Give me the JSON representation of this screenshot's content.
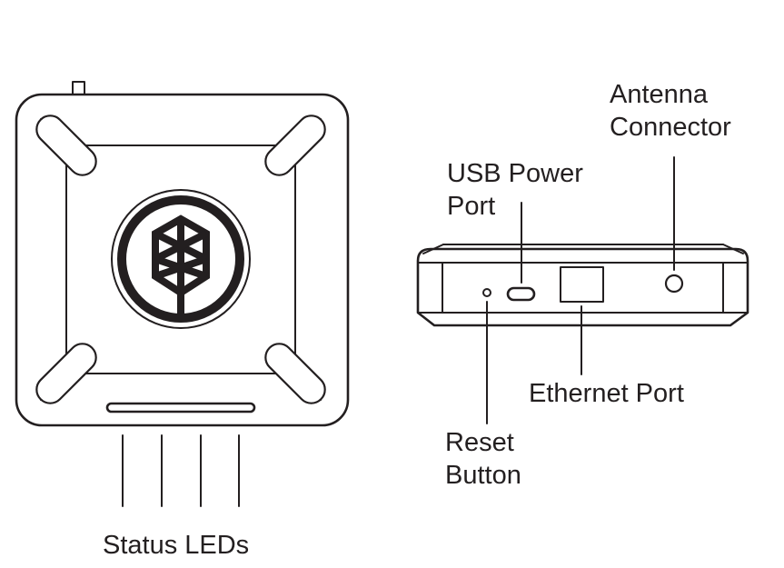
{
  "labels": {
    "status_leds": "Status LEDs",
    "usb_power_port": [
      "USB Power",
      "Port"
    ],
    "antenna_connector": [
      "Antenna",
      "Connector"
    ],
    "ethernet_port": "Ethernet Port",
    "reset_button": [
      "Reset",
      "Button"
    ]
  },
  "icons": {
    "device_top": "device-top-view-icon",
    "logo": "tree-logo-icon",
    "device_side": "device-side-view-icon"
  },
  "colors": {
    "ink": "#231f20",
    "background": "#ffffff"
  }
}
